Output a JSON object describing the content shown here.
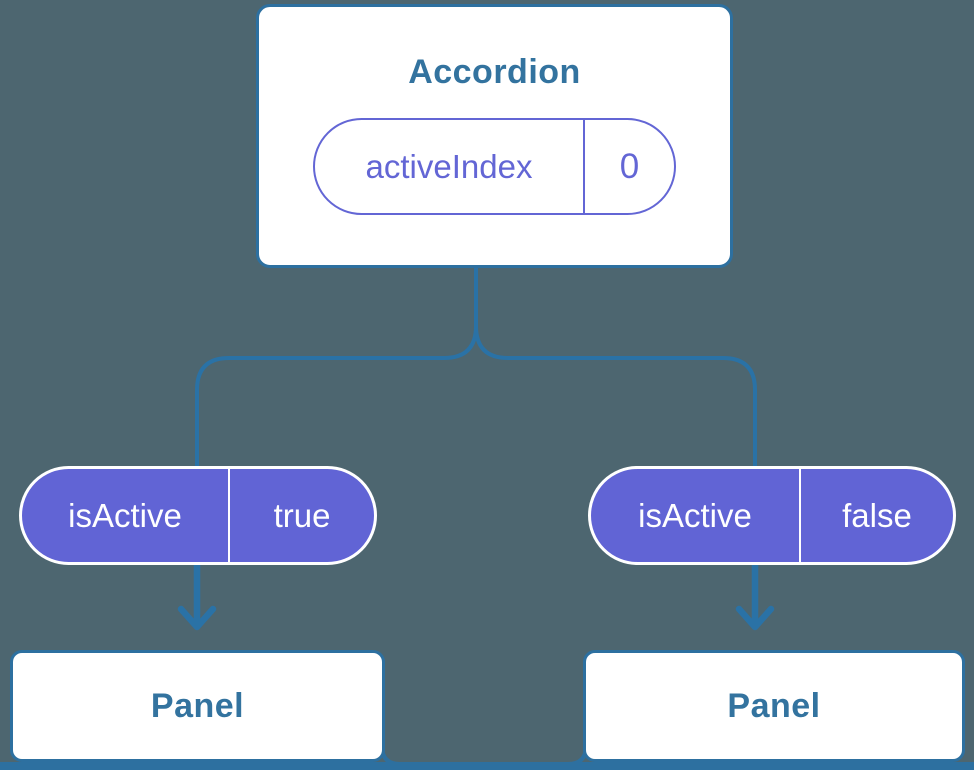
{
  "diagram": {
    "type": "component-tree",
    "root": {
      "title": "Accordion",
      "state": {
        "name": "activeIndex",
        "value": "0"
      }
    },
    "children": [
      {
        "prop": {
          "name": "isActive",
          "value": "true"
        },
        "title": "Panel"
      },
      {
        "prop": {
          "name": "isActive",
          "value": "false"
        },
        "title": "Panel"
      }
    ]
  },
  "colors": {
    "background": "#4d6670",
    "line_blue": "#2a72a6",
    "border_blue": "#2d70a0",
    "text_blue": "#33739f",
    "purple": "#6366d5",
    "purple_fill": "#6164d5",
    "white": "#ffffff"
  }
}
